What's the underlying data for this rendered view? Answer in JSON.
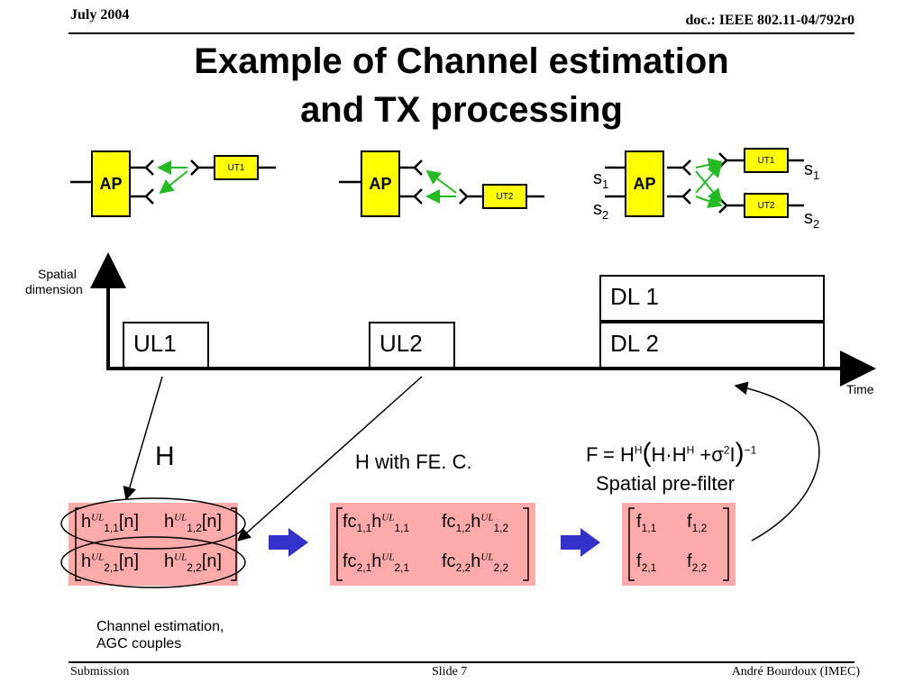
{
  "header": {
    "left": "July 2004",
    "right": "doc.: IEEE 802.11-04/792r0"
  },
  "title": {
    "line1": "Example of Channel estimation",
    "line2": "and TX processing"
  },
  "diagrams": {
    "ap_label": "AP",
    "ut1_label": "UT1",
    "ut2_label": "UT2",
    "s_symbol": "s",
    "s_index1": "1",
    "s_index2": "2"
  },
  "timeline": {
    "y_axis_label_1": "Spatial",
    "y_axis_label_2": "dimension",
    "x_axis_label": "Time",
    "ul1": "UL1",
    "ul2": "UL2",
    "dl1": "DL 1",
    "dl2": "DL 2"
  },
  "labels": {
    "H": "H",
    "h_fe": "H with FE. C.",
    "formula_F": "F",
    "formula_equals": "=",
    "formula_H": "H",
    "formula_sup_H": "H",
    "formula_dot": "·",
    "formula_plus": "+",
    "formula_sigma": "σ",
    "formula_sup_2": "2",
    "formula_I": "I",
    "formula_exp": "−1",
    "spatial_prefilter": "Spatial pre-filter",
    "channel_est_1": "Channel estimation,",
    "channel_est_2": "AGC couples"
  },
  "matrix1": {
    "base": "h",
    "sup": "UL",
    "arg": "[n]",
    "idx": [
      "1,1",
      "1,2",
      "2,1",
      "2,2"
    ]
  },
  "matrix2": {
    "prefix": "fc",
    "base": "h",
    "sup": "UL",
    "idx": [
      "1,1",
      "1,2",
      "2,1",
      "2,2"
    ]
  },
  "matrix3": {
    "base": "f",
    "idx": [
      "1,1",
      "1,2",
      "2,1",
      "2,2"
    ]
  },
  "footer": {
    "left": "Submission",
    "center": "Slide 7",
    "right": "André Bourdoux (IMEC)"
  },
  "colors": {
    "ap_fill": "#ffff00",
    "matrix_fill": "#ffaaaa",
    "arrow_blue": "#3333cc",
    "link_green": "#22bb22"
  }
}
